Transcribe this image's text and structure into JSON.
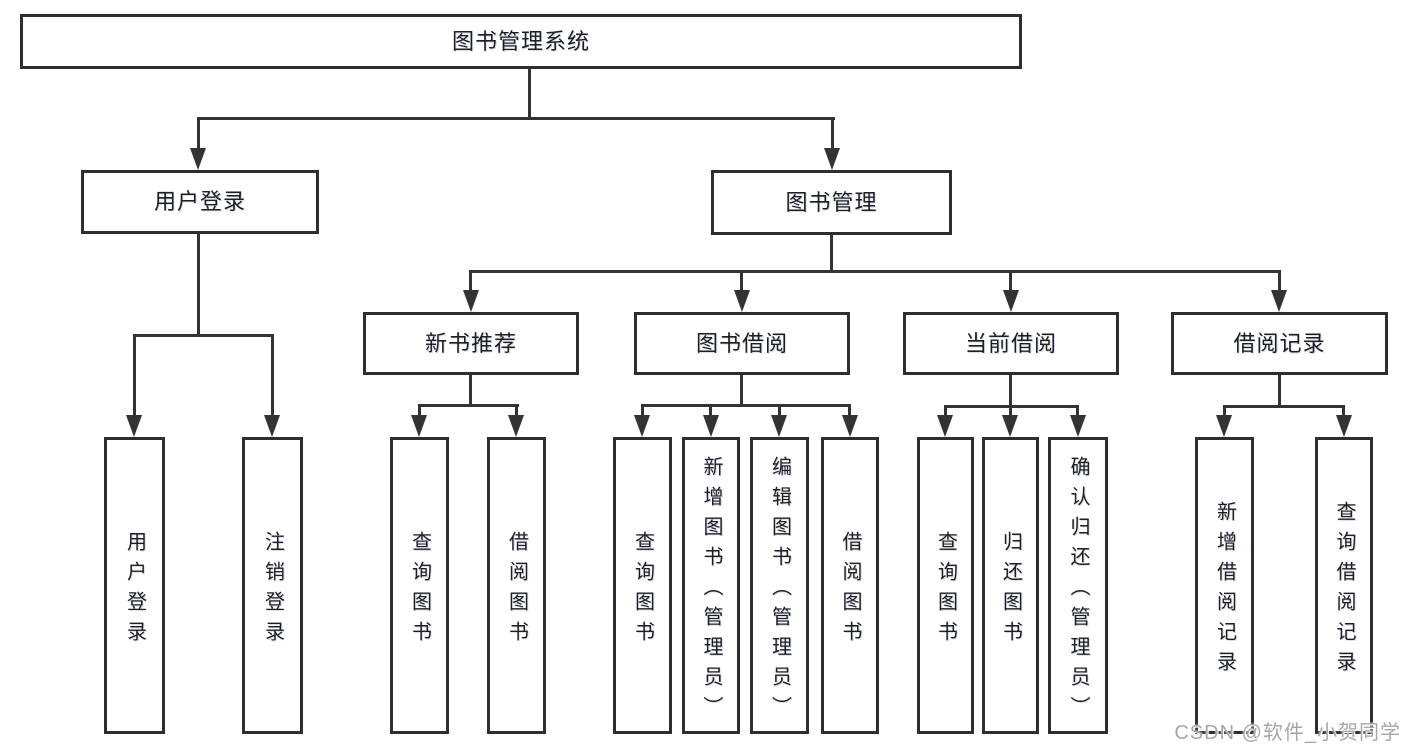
{
  "tree": {
    "root": {
      "label": "图书管理系统",
      "children": [
        {
          "label": "用户登录",
          "children": [
            {
              "label": "用户登录"
            },
            {
              "label": "注销登录"
            }
          ]
        },
        {
          "label": "图书管理",
          "children": [
            {
              "label": "新书推荐",
              "children": [
                {
                  "label": "查询图书"
                },
                {
                  "label": "借阅图书"
                }
              ]
            },
            {
              "label": "图书借阅",
              "children": [
                {
                  "label": "查询图书"
                },
                {
                  "label": "新增图书（管理员）"
                },
                {
                  "label": "编辑图书（管理员）"
                },
                {
                  "label": "借阅图书"
                }
              ]
            },
            {
              "label": "当前借阅",
              "children": [
                {
                  "label": "查询图书"
                },
                {
                  "label": "归还图书"
                },
                {
                  "label": "确认归还（管理员）"
                }
              ]
            },
            {
              "label": "借阅记录",
              "children": [
                {
                  "label": "新增借阅记录"
                },
                {
                  "label": "查询借阅记录"
                }
              ]
            }
          ]
        }
      ]
    }
  },
  "watermark": {
    "text": "CSDN @软件_小贺同学"
  },
  "colors": {
    "bg": "#ffffff",
    "line": "#333333",
    "border": "#2e2e2e",
    "text": "#1f1f1f",
    "watermark": "#a6a6ad"
  }
}
